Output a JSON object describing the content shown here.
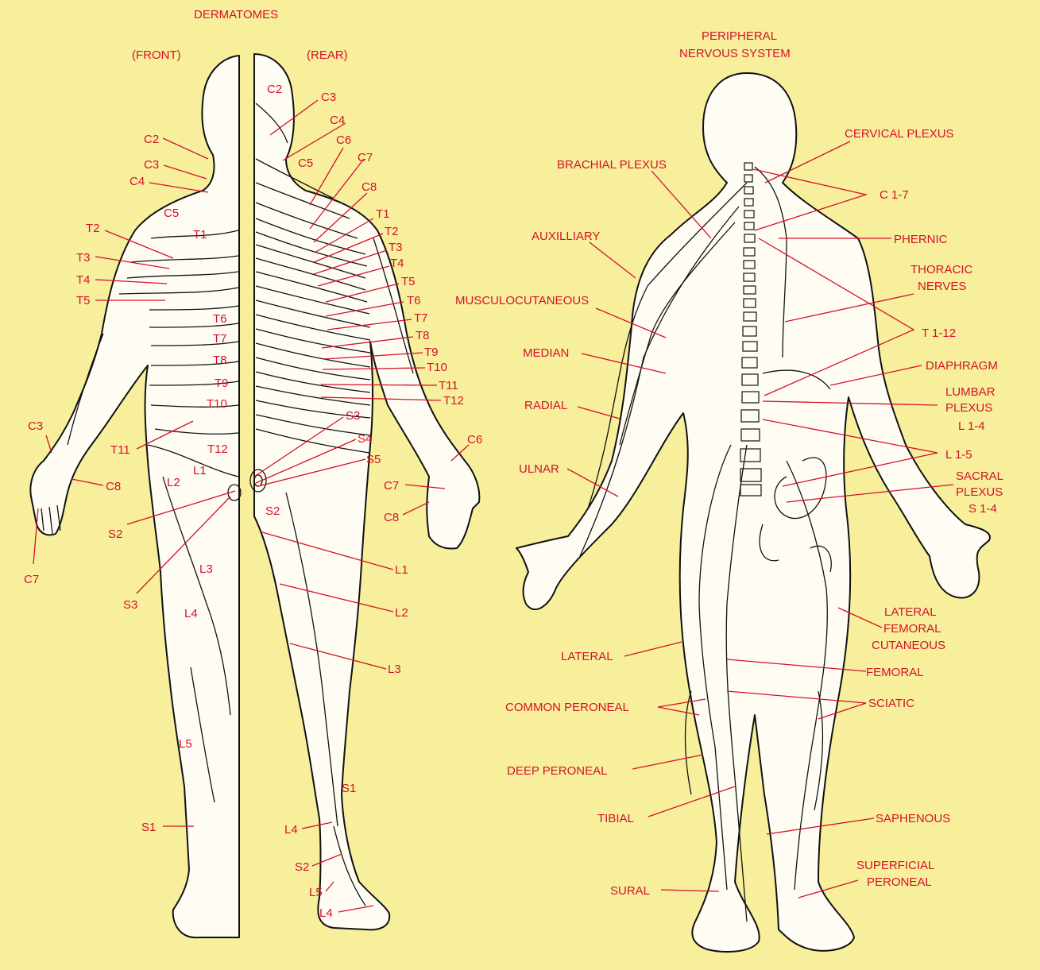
{
  "titles": {
    "dermatomes": "DERMATOMES",
    "front": "(FRONT)",
    "rear": "(REAR)",
    "pns_line1": "PERIPHERAL",
    "pns_line2": "NERVOUS SYSTEM"
  },
  "colors": {
    "background": "#f7ef9c",
    "label": "#d6102a",
    "body_fill": "#fffdf3",
    "outline": "#111111"
  },
  "dermatome_labels": [
    "C2",
    "C3",
    "C4",
    "C5",
    "T1",
    "T2",
    "T3",
    "T4",
    "T5",
    "T6",
    "T7",
    "T8",
    "T9",
    "T10",
    "T11",
    "T12",
    "L1",
    "L2",
    "C3",
    "C8",
    "C7",
    "S2",
    "S3",
    "L3",
    "L4",
    "L5",
    "S1",
    "C2",
    "C3",
    "C4",
    "C5",
    "C6",
    "C7",
    "C8",
    "T1",
    "T2",
    "T3",
    "T4",
    "T5",
    "T6",
    "T7",
    "T8",
    "T9",
    "T10",
    "T11",
    "T12",
    "S3",
    "S4",
    "S5",
    "C6",
    "C7",
    "C8",
    "S2",
    "L1",
    "L2",
    "L3",
    "S1",
    "L4",
    "S2",
    "L5",
    "L4"
  ],
  "nerve_labels": [
    "CERVICAL PLEXUS",
    "BRACHIAL PLEXUS",
    "C 1-7",
    "AUXILLIARY",
    "PHERNIC",
    "THORACIC",
    "NERVES",
    "MUSCULOCUTANEOUS",
    "T 1-12",
    "MEDIAN",
    "DIAPHRAGM",
    "LUMBAR",
    "PLEXUS",
    "L 1-4",
    "RADIAL",
    "L 1-5",
    "ULNAR",
    "SACRAL",
    "PLEXUS",
    "S 1-4",
    "LATERAL",
    "FEMORAL",
    "CUTANEOUS",
    "LATERAL",
    "FEMORAL",
    "COMMON PERONEAL",
    "SCIATIC",
    "DEEP PERONEAL",
    "TIBIAL",
    "SAPHENOUS",
    "SUPERFICIAL",
    "PERONEAL",
    "SURAL"
  ]
}
